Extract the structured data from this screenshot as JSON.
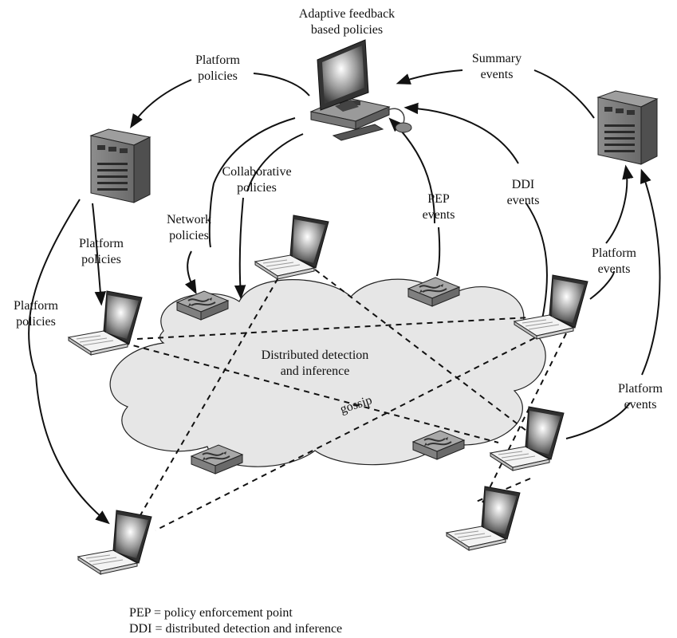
{
  "labels": {
    "adaptive": [
      "Adaptive feedback",
      "based policies"
    ],
    "platform_top": [
      "Platform",
      "policies"
    ],
    "summary_events": [
      "Summary",
      "events"
    ],
    "collaborative": [
      "Collaborative",
      "policies"
    ],
    "network": [
      "Network",
      "policies"
    ],
    "platform_mid": [
      "Platform",
      "policies"
    ],
    "platform_left": [
      "Platform",
      "policies"
    ],
    "pep_events": [
      "PEP",
      "events"
    ],
    "ddi_events": [
      "DDI",
      "events"
    ],
    "platform_events_upper": [
      "Platform",
      "events"
    ],
    "platform_events_lower": [
      "Platform",
      "events"
    ],
    "cloud": [
      "Distributed detection",
      "and inference"
    ],
    "gossip": "gossip"
  },
  "legend": [
    "PEP = policy enforcement point",
    "DDI = distributed detection and inference"
  ],
  "colors": {
    "cloud_fill": "#e6e6e6",
    "device_gray": "#8a8a8a",
    "line": "#111111"
  }
}
